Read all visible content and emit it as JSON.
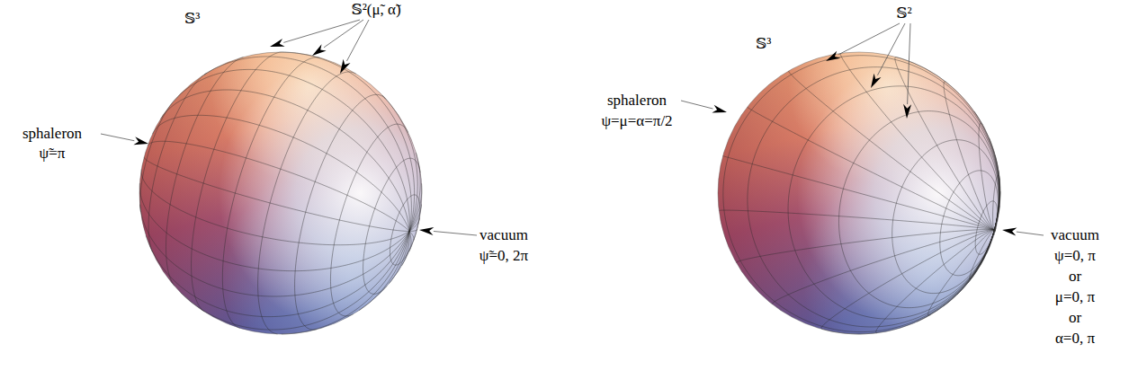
{
  "diagram": {
    "labels": [
      "𝕊³",
      "𝕊²(μ̃, α̃)",
      "sphaleron",
      "ψ̃=π",
      "vacuum",
      "ψ̃=0, 2π",
      "𝕊³",
      "𝕊²",
      "sphaleron",
      "ψ=μ=α=π/2",
      "vacuum",
      "ψ=0, π",
      "or",
      "μ=0, π",
      "or",
      "α=0, π"
    ]
  }
}
